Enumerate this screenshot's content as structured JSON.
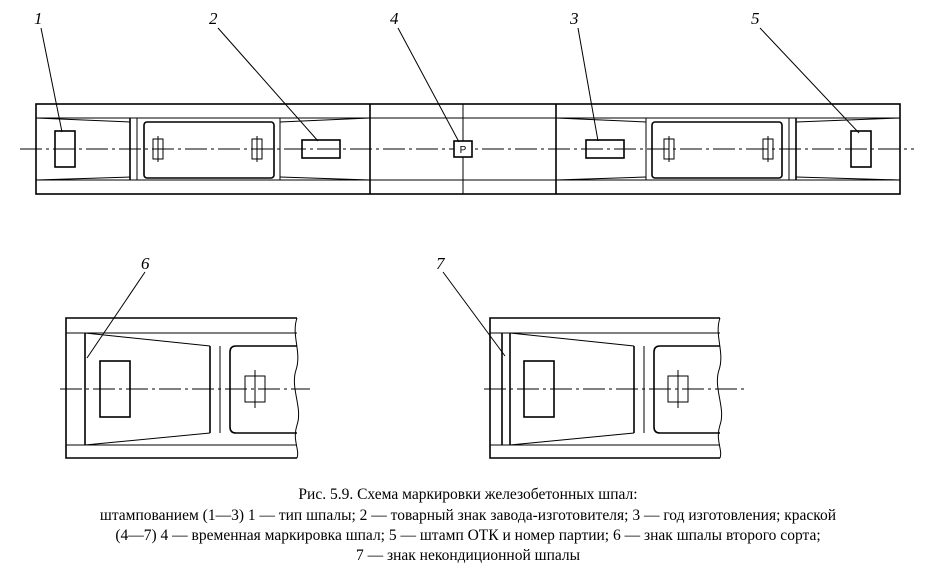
{
  "figure": {
    "callouts": [
      "1",
      "2",
      "4",
      "3",
      "5",
      "6",
      "7"
    ],
    "stamp_letter": "Р"
  },
  "caption": {
    "title": "Рис. 5.9. Схема маркировки железобетонных шпал:",
    "line1": "штампованием (1—3) 1 — тип шпалы; 2 — товарный знак завода-изготовителя; 3 — год изготовления; краской",
    "line2": "(4—7) 4 — временная маркировка шпал; 5 — штамп ОТК и номер партии; 6 — знак шпалы второго сорта;",
    "line3": "7 — знак некондиционной шпалы"
  }
}
